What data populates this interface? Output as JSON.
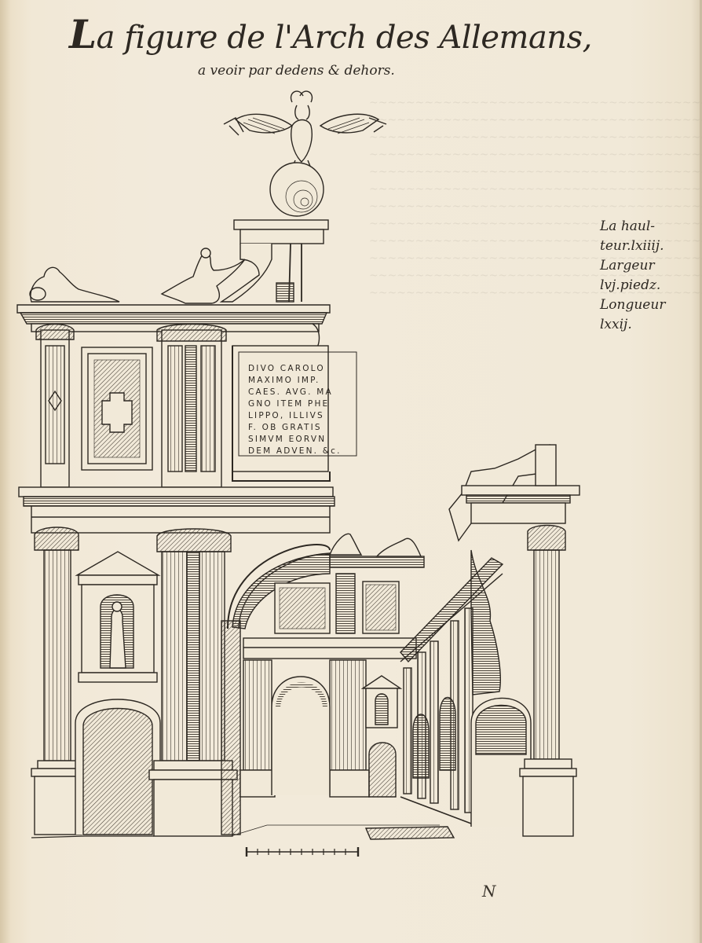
{
  "page": {
    "background_color": "#f1e9d8",
    "ink_color": "#2d2822"
  },
  "header": {
    "title_cap": "L",
    "title_rest": "a figure de l'Arch des Allemans,",
    "subtitle": "a veoir par dedens & dehors."
  },
  "margin_note": {
    "lines": [
      "La haul-",
      "teur.lxiiij.",
      "Largeur",
      "lvj.piedz.",
      "Longueur",
      "lxxij."
    ]
  },
  "illustration": {
    "description": "Woodcut of the Arch of the Germans (Arch des Allemans) in perspective, with double-headed eagle on globe atop, reclining figures on the cornice, Corinthian columns, niche statue, arched passages and a ruined colonnade at right.",
    "ornament": "double-headed-eagle-on-globe",
    "inscription_lines": [
      "DIVO CAROLO",
      "MAXIMO IMP.",
      "CAES. AVG. MA",
      "GNO ITEM PHE",
      "LIPPO, ILLIVS",
      "F. OB GRATIS",
      "SIMVM EORVN",
      "DEM ADVEN. &c."
    ],
    "scale_bar_ticks": 10
  },
  "footer": {
    "signature_mark": "N"
  }
}
